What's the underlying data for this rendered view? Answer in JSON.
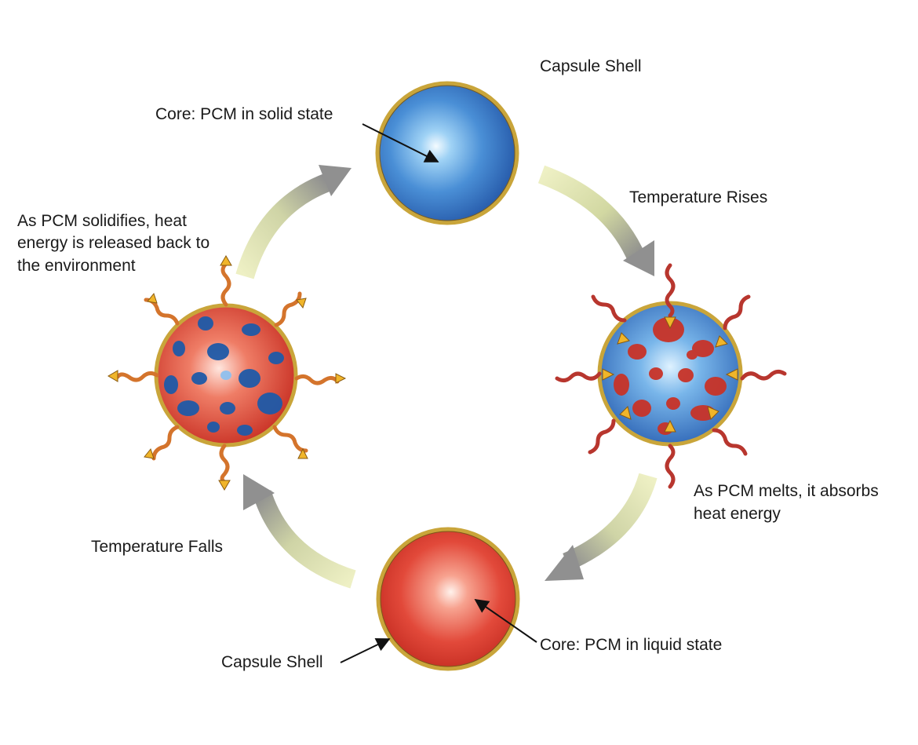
{
  "labels": {
    "top_shell": "Capsule Shell",
    "top_core": "Core:  PCM in solid state",
    "temp_rises": "Temperature Rises",
    "melt_line1": "As PCM melts, it absorbs",
    "melt_line2": "heat energy",
    "solid_line1": "As PCM solidifies, heat",
    "solid_line2": "energy is released back to",
    "solid_line3": "the environment",
    "temp_falls": "Temperature Falls",
    "bottom_shell": "Capsule Shell",
    "bottom_core": "Core:  PCM in liquid state"
  },
  "colors": {
    "solid_core": "#2e6fc2",
    "liquid_core": "#d93a2a",
    "shell": "#c9a53a",
    "cycle_arrow_light": "#e6eab0",
    "cycle_arrow_dark": "#9a9a9a",
    "heat_wave_in": "#b8362e",
    "heat_wave_out": "#d4742c",
    "heat_arrow": "#f0b52a"
  },
  "icons": {
    "heat_in": "heat-inflow-arrow-icon",
    "heat_out": "heat-outflow-arrow-icon",
    "cycle": "cycle-arrow-icon"
  }
}
